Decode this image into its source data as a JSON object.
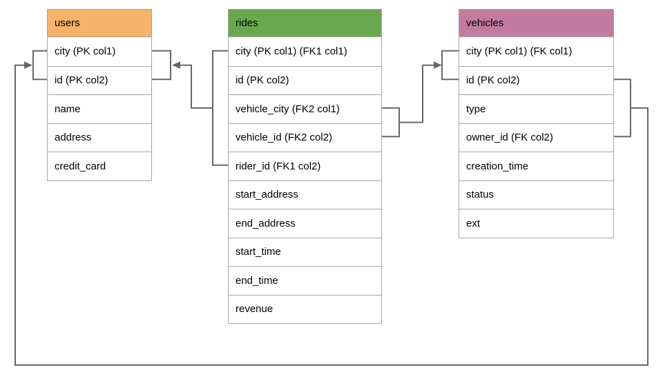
{
  "colors": {
    "users-header": "#f6b26b",
    "rides-header": "#6aa84f",
    "vehicles-header": "#c27ba0",
    "connector": "#666666",
    "table-border": "#a5a5a5",
    "text": "#000000",
    "background": "#ffffff"
  },
  "tables": [
    {
      "name": "users",
      "columns": [
        "city (PK col1)",
        "id (PK col2)",
        "name",
        "address",
        "credit_card"
      ]
    },
    {
      "name": "rides",
      "columns": [
        "city (PK col1) (FK1 col1)",
        "id (PK col2)",
        "vehicle_city (FK2 col1)",
        "vehicle_id (FK2 col2)",
        "rider_id (FK1 col2)",
        "start_address",
        "end_address",
        "start_time",
        "end_time",
        "revenue"
      ]
    },
    {
      "name": "vehicles",
      "columns": [
        "city (PK col1) (FK col1)",
        "id (PK col2)",
        "type",
        "owner_id (FK col2)",
        "creation_time",
        "status",
        "ext"
      ]
    }
  ],
  "relationships": [
    {
      "name": "FK1",
      "from": "rides (city, rider_id)",
      "to": "users (city, id)"
    },
    {
      "name": "FK2",
      "from": "rides (vehicle_city, vehicle_id)",
      "to": "vehicles (city, id)"
    },
    {
      "name": "FK",
      "from": "vehicles (city, owner_id)",
      "to": "users (city, id)"
    }
  ]
}
